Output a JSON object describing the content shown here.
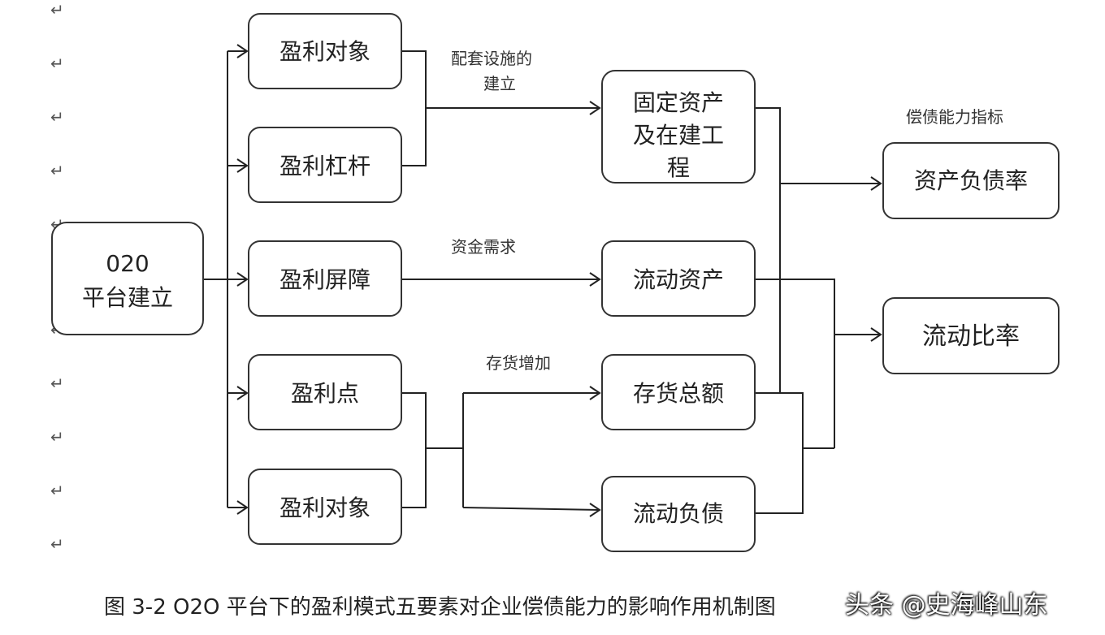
{
  "paragraph_mark": "↵",
  "nodes": {
    "platform": [
      "020",
      "平台建立"
    ],
    "profit_object_1": [
      "盈利对象"
    ],
    "profit_leverage": [
      "盈利杠杆"
    ],
    "profit_barrier": [
      "盈利屏障"
    ],
    "profit_point": [
      "盈利点"
    ],
    "profit_object_2": [
      "盈利对象"
    ],
    "fixed_assets": [
      "固定资产",
      "及在建工",
      "程"
    ],
    "current_assets": [
      "流动资产"
    ],
    "inventory_total": [
      "存货总额"
    ],
    "current_liabilities": [
      "流动负债"
    ],
    "debt_ratio": [
      "资产负债率"
    ],
    "current_ratio": [
      "流动比率"
    ]
  },
  "edge_labels": {
    "facilities": [
      "配套设施的",
      "建立"
    ],
    "capital_demand": [
      "资金需求"
    ],
    "inventory_increase": [
      "存货增加"
    ],
    "solvency_indicator": [
      "偿债能力指标"
    ]
  },
  "caption": "图 3-2 O2O 平台下的盈利模式五要素对企业偿债能力的影响作用机制图",
  "watermark": "头条 @史海峰山东"
}
